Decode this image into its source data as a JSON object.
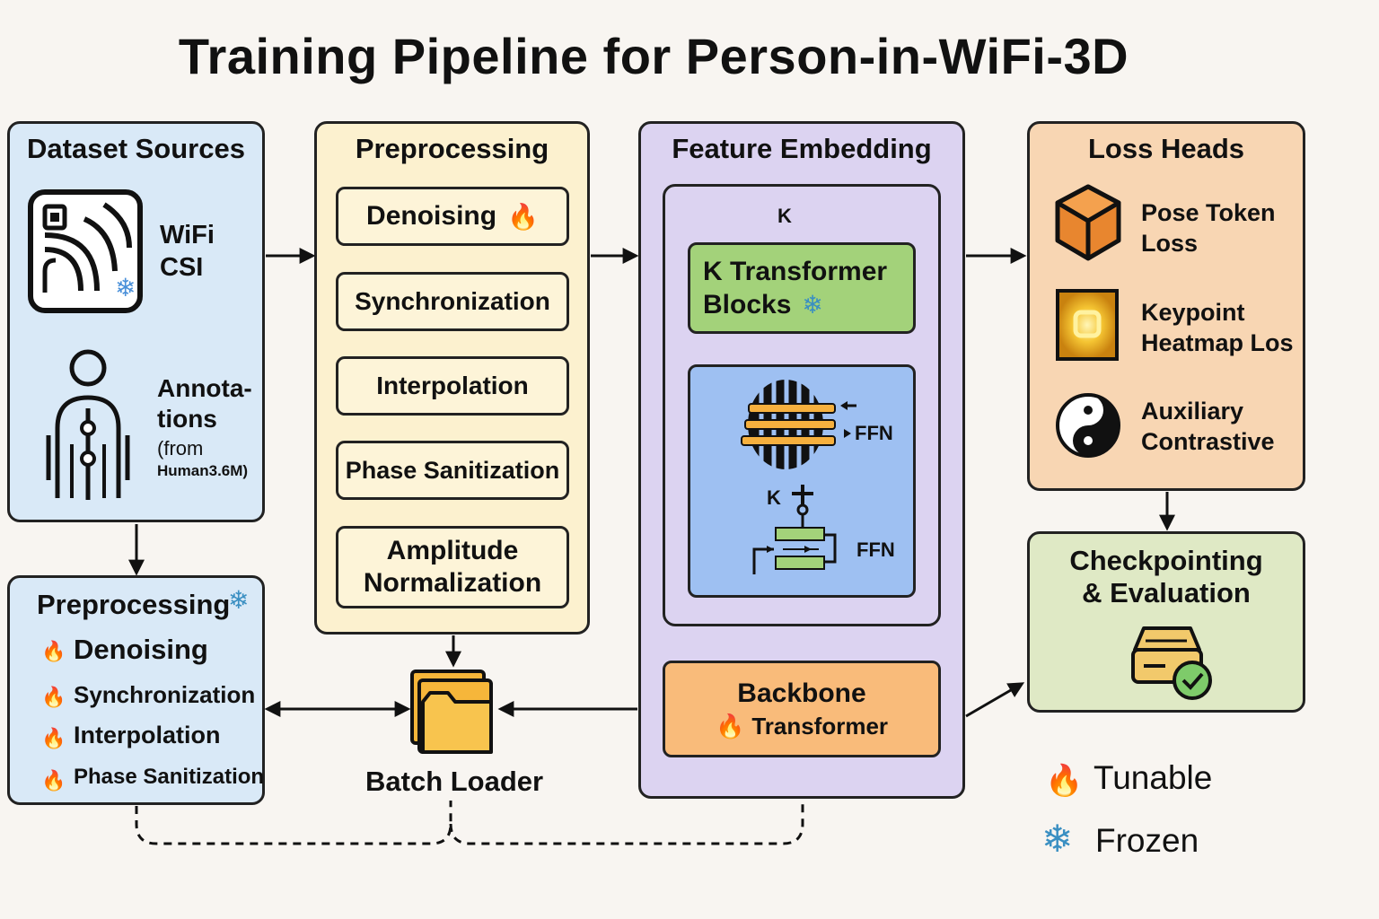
{
  "title": "Training Pipeline for Person-in-WiFi-3D",
  "colors": {
    "dataset_bg": "#d9e9f7",
    "preprocessing_bg": "#fcf1cf",
    "embedding_bg": "#dcd3f1",
    "loss_bg": "#f8d6b3",
    "checkpoint_bg": "#dfe9c5",
    "transformer_blocks": "#a3d27a",
    "ffn_panel": "#9ec0f2",
    "backbone": "#f9bb7a"
  },
  "dataset_sources": {
    "title": "Dataset Sources",
    "wifi_label_1": "WiFi",
    "wifi_label_2": "CSI",
    "annotations_1": "Annota-",
    "annotations_2": "tions",
    "annotations_3": "(from",
    "annotations_4": "Human3.6M)"
  },
  "preprocessing": {
    "title": "Preprocessing",
    "steps": [
      "Denoising",
      "Synchronization",
      "Interpolation",
      "Phase Sanitization"
    ],
    "amplitude_1": "Amplitude",
    "amplitude_2": "Normalization"
  },
  "feature_embedding": {
    "title": "Feature Embedding",
    "k_top": "K",
    "blocks_1": "K Transformer",
    "blocks_2": "Blocks",
    "ffn_1": "FFN",
    "k_mid": "K",
    "ffn_2": "FFN",
    "backbone_1": "Backbone",
    "backbone_2": "Transformer"
  },
  "loss_heads": {
    "title": "Loss Heads",
    "items": [
      {
        "line1": "Pose Token",
        "line2": "Loss"
      },
      {
        "line1": "Keypoint",
        "line2": "Heatmap Los"
      },
      {
        "line1": "Auxiliary",
        "line2": "Contrastive"
      }
    ]
  },
  "checkpoint": {
    "title_1": "Checkpointing",
    "title_2": "& Evaluation"
  },
  "preprocessing_frozen": {
    "title": "Preprocessing",
    "items": [
      "Denoising",
      "Synchronization",
      "Interpolation",
      "Phase Sanitization"
    ]
  },
  "batch_loader": {
    "label": "Batch Loader"
  },
  "legend": {
    "tunable": "Tunable",
    "frozen": "Frozen"
  }
}
